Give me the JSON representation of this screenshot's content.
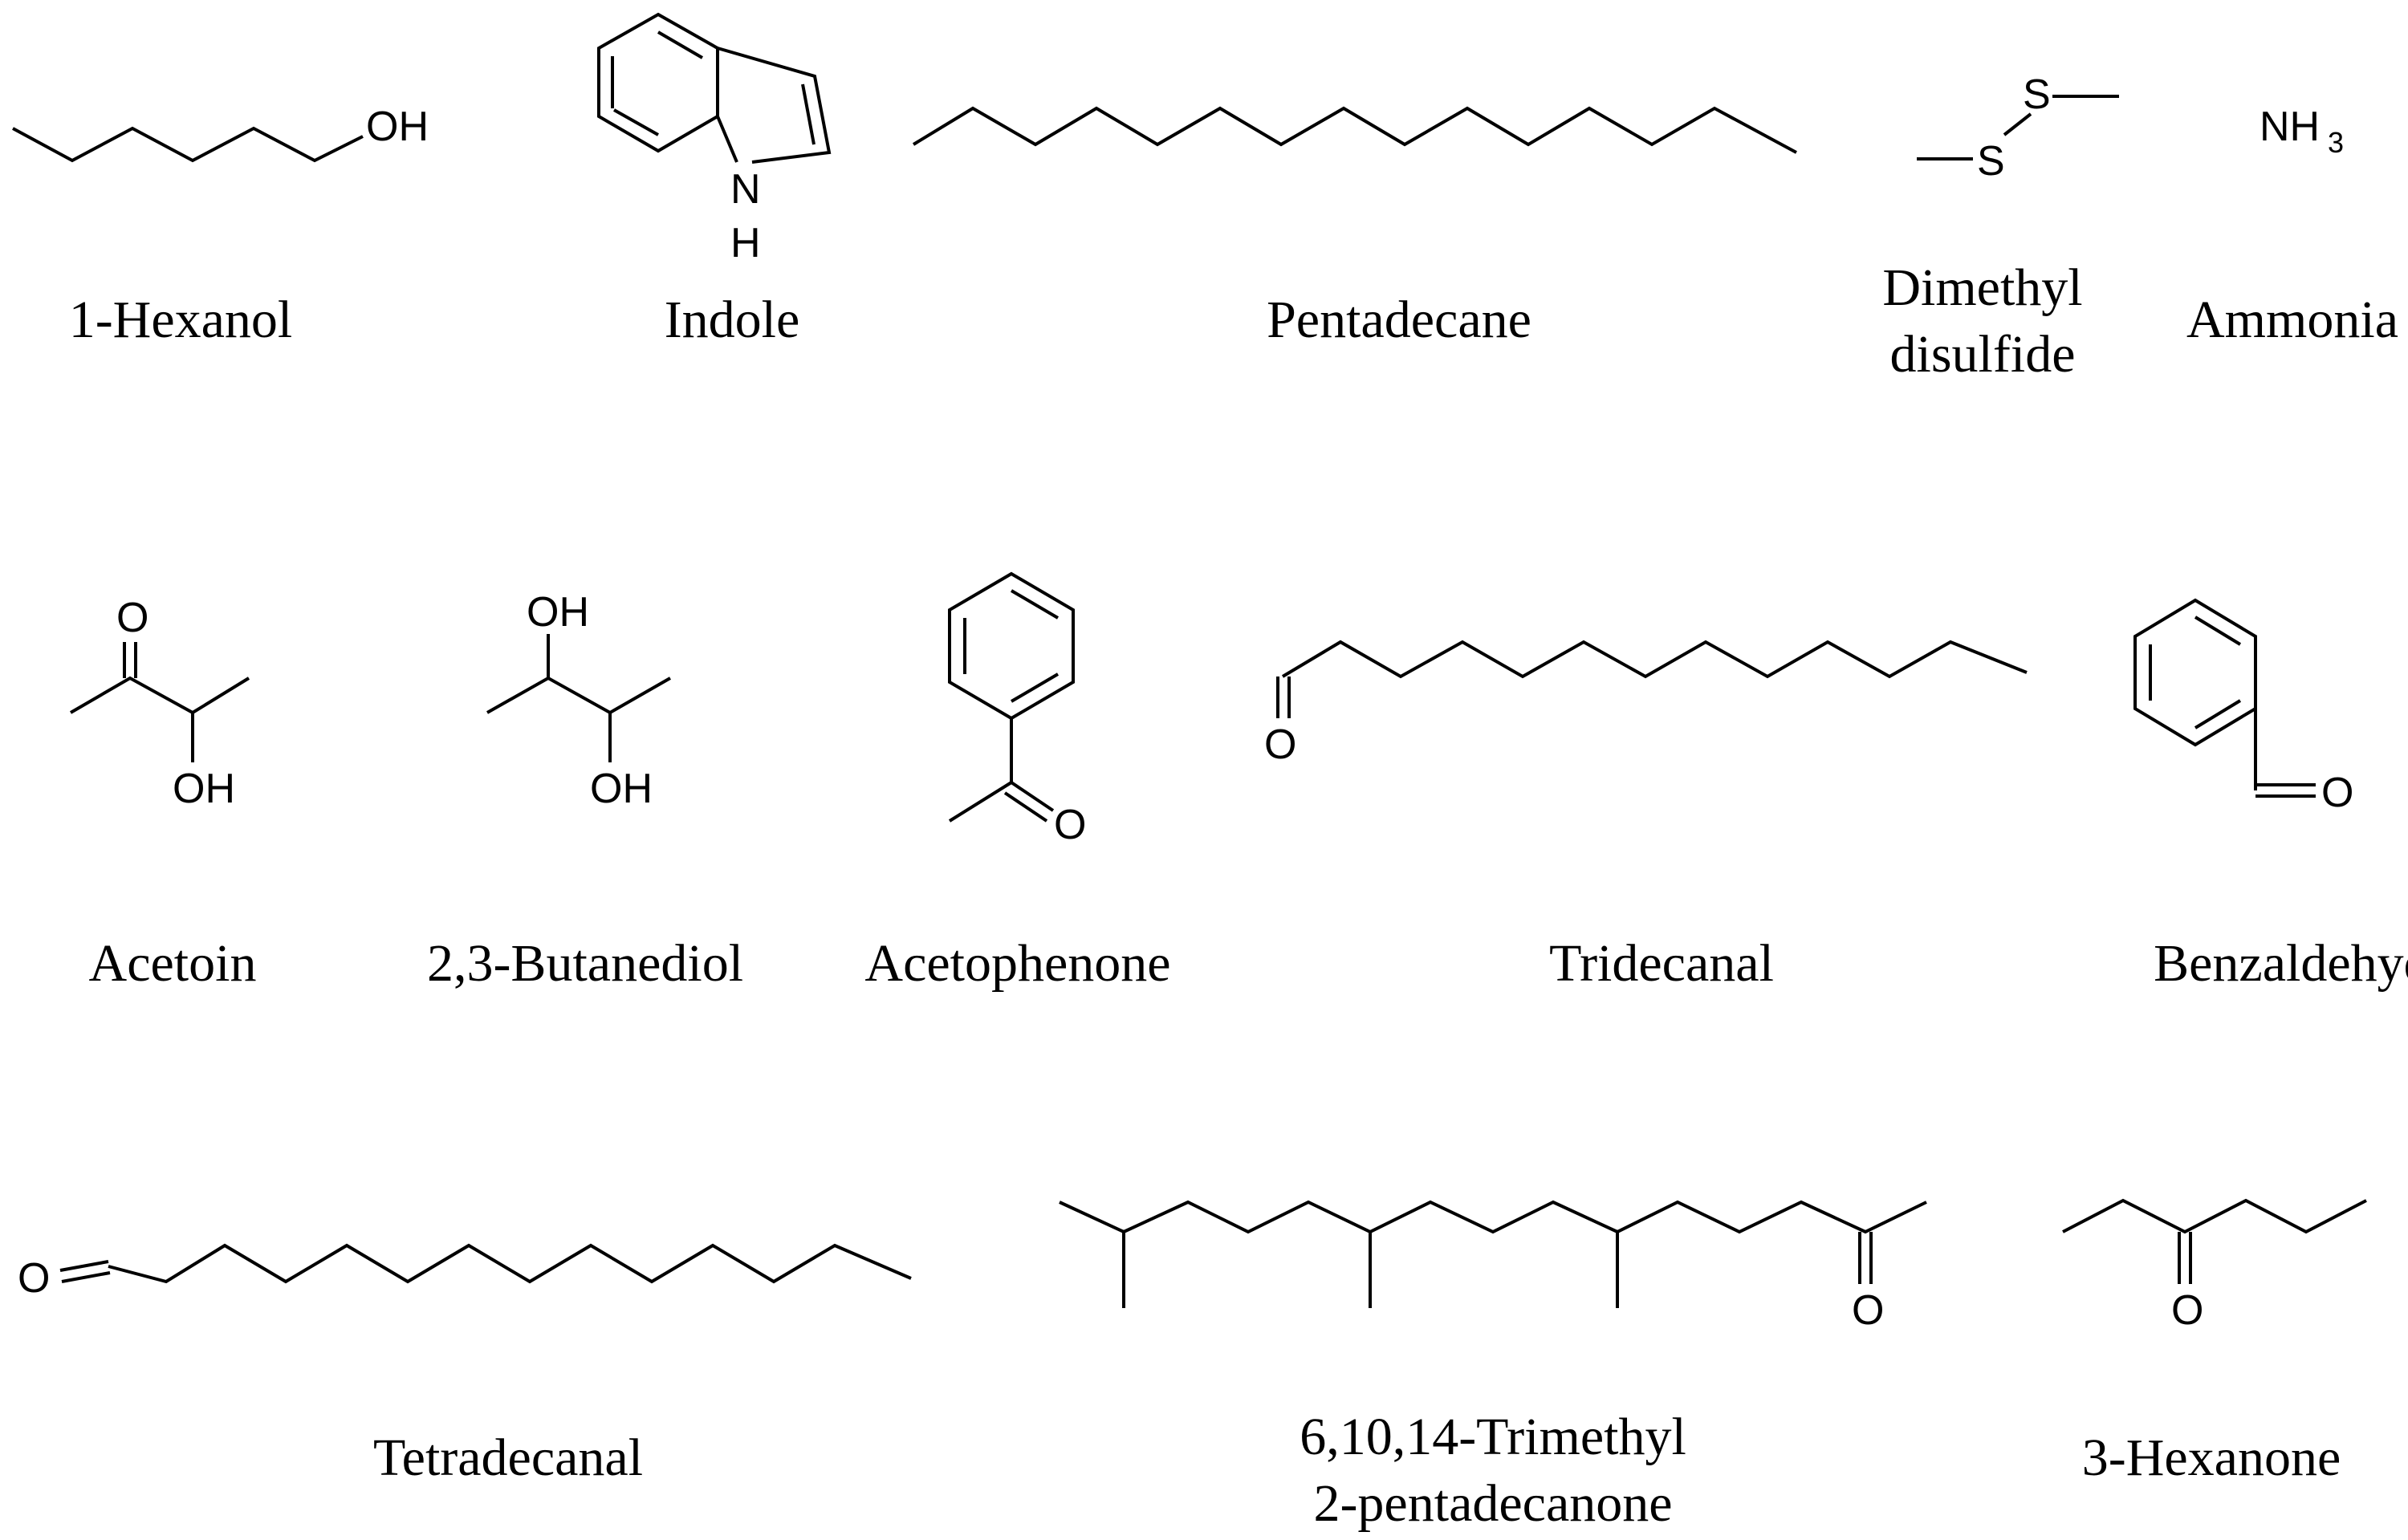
{
  "atoms": {
    "oh": "OH",
    "o": "O",
    "s": "S",
    "n": "N",
    "h": "H",
    "nh3_main": "NH",
    "nh3_sub": "3"
  },
  "compounds": [
    {
      "id": "hexanol",
      "name": [
        "1-Hexanol"
      ]
    },
    {
      "id": "indole",
      "name": [
        "Indole"
      ]
    },
    {
      "id": "pentadecane",
      "name": [
        "Pentadecane"
      ]
    },
    {
      "id": "dimethyl-disulfide",
      "name": [
        "Dimethyl",
        "disulfide"
      ]
    },
    {
      "id": "ammonia",
      "name": [
        "Ammonia"
      ]
    },
    {
      "id": "acetoin",
      "name": [
        "Acetoin"
      ]
    },
    {
      "id": "butanediol",
      "name": [
        "2,3-Butanediol"
      ]
    },
    {
      "id": "acetophenone",
      "name": [
        "Acetophenone"
      ]
    },
    {
      "id": "tridecanal",
      "name": [
        "Tridecanal"
      ]
    },
    {
      "id": "benzaldehyde",
      "name": [
        "Benzaldehyde"
      ]
    },
    {
      "id": "tetradecanal",
      "name": [
        "Tetradecanal"
      ]
    },
    {
      "id": "trimethyl-pentadecanone",
      "name": [
        "6,10,14-Trimethyl",
        "2-pentadecanone"
      ]
    },
    {
      "id": "hexanone",
      "name": [
        "3-Hexanone"
      ]
    }
  ]
}
